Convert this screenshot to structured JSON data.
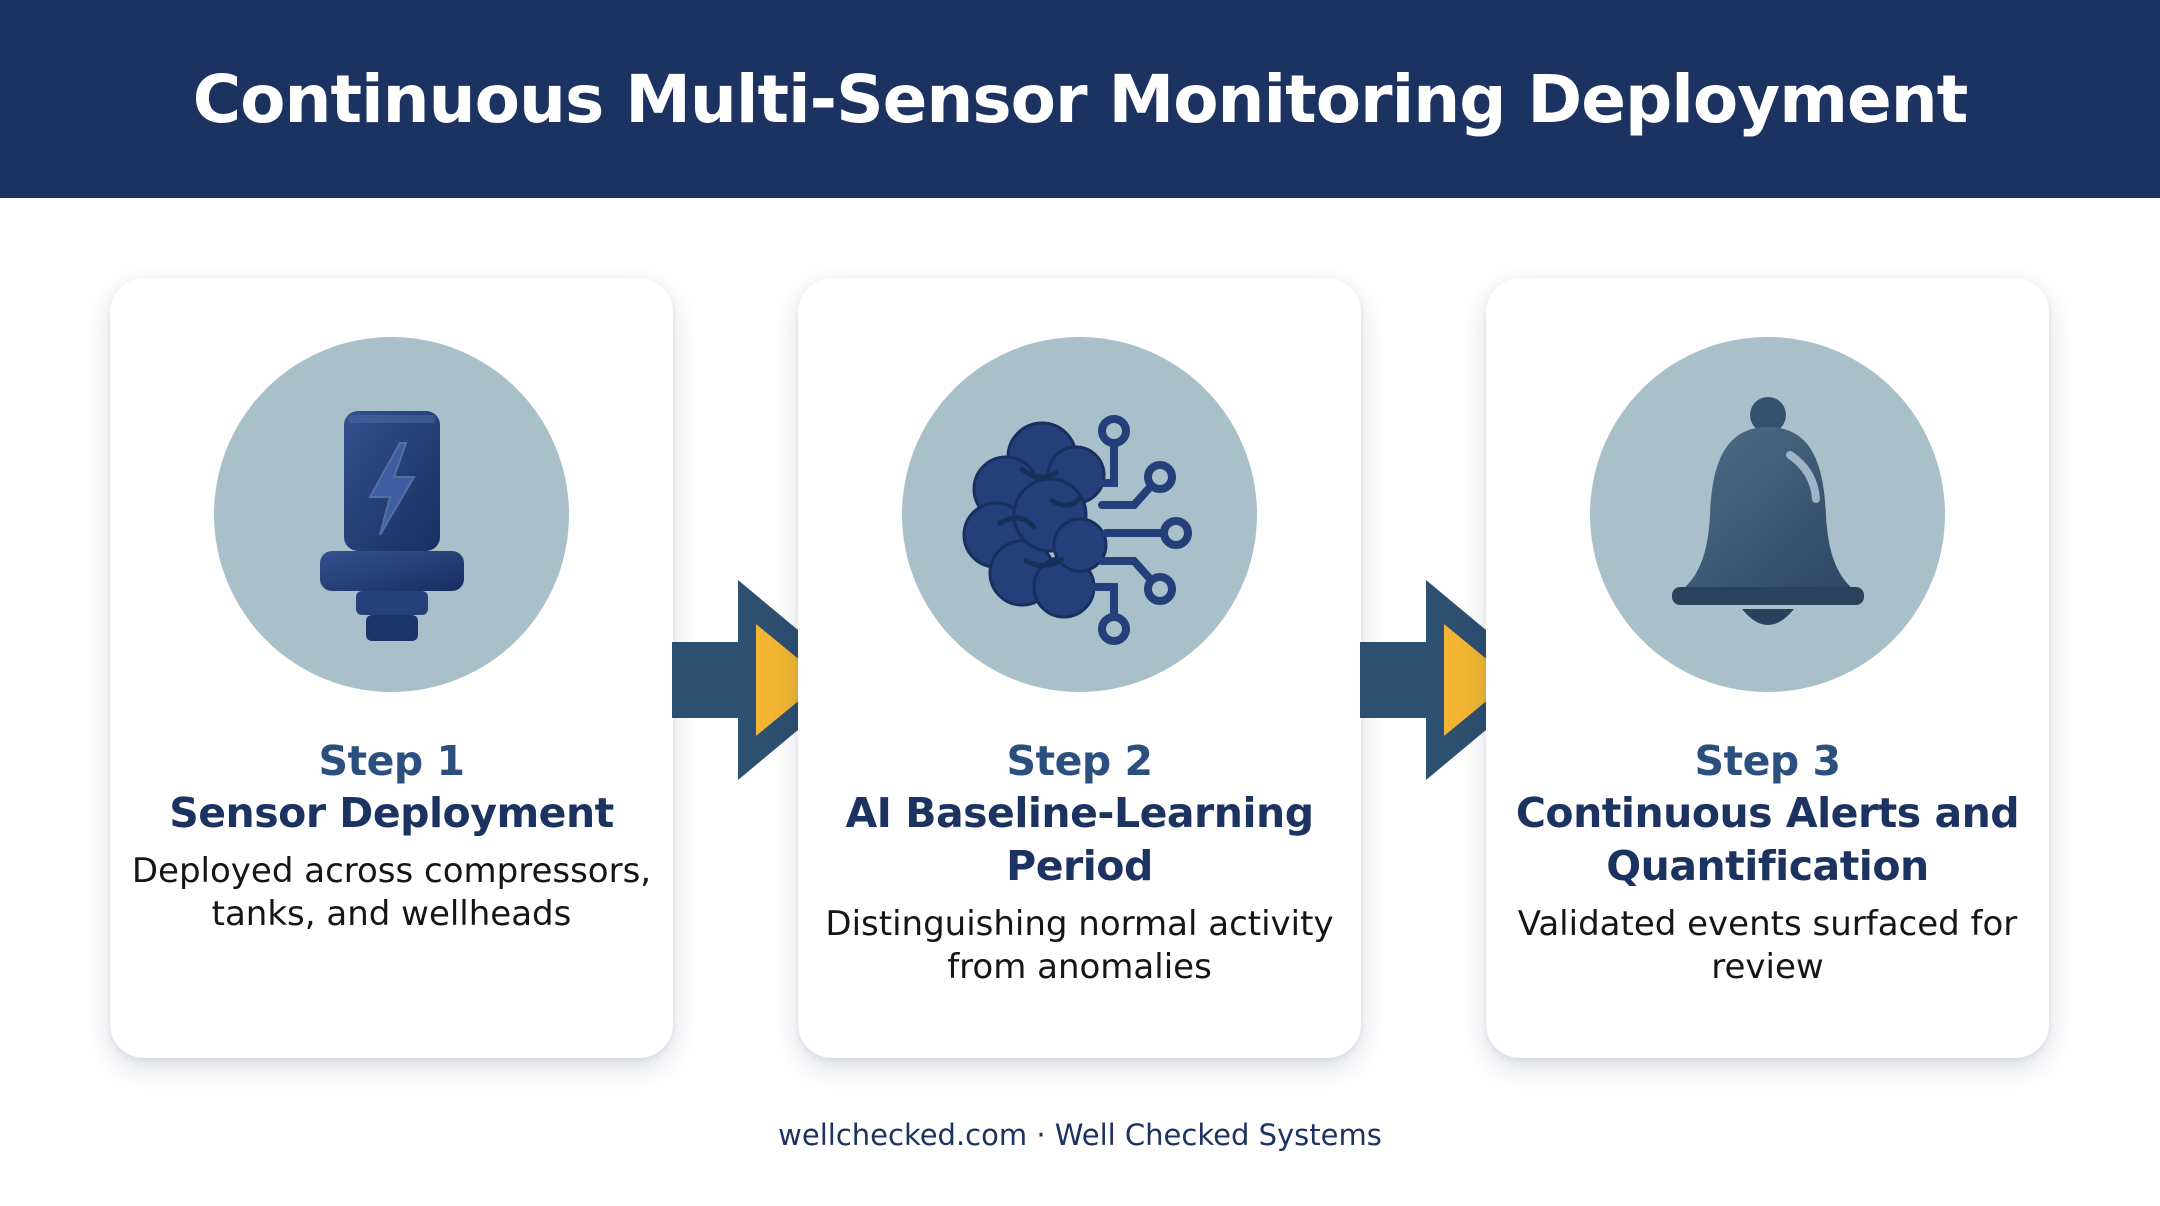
{
  "header": {
    "title": "Continuous Multi-Sensor Monitoring Deployment"
  },
  "steps": [
    {
      "label": "Step 1",
      "title": "Sensor Deployment",
      "description": "Deployed across compressors, tanks, and wellheads",
      "icon": "sensor-icon"
    },
    {
      "label": "Step 2",
      "title": "AI Baseline-Learning Period",
      "description": "Distinguishing normal activity from anomalies",
      "icon": "brain-circuit-icon"
    },
    {
      "label": "Step 3",
      "title": "Continuous Alerts and Quantification",
      "description": "Validated events surfaced for review",
      "icon": "bell-icon"
    }
  ],
  "footer": {
    "text": "wellchecked.com · Well Checked Systems"
  },
  "colors": {
    "header_bg": "#1c3260",
    "icon_circle": "#a9bfca",
    "arrow_body": "#2d4f70",
    "arrow_accent": "#f2b632"
  }
}
